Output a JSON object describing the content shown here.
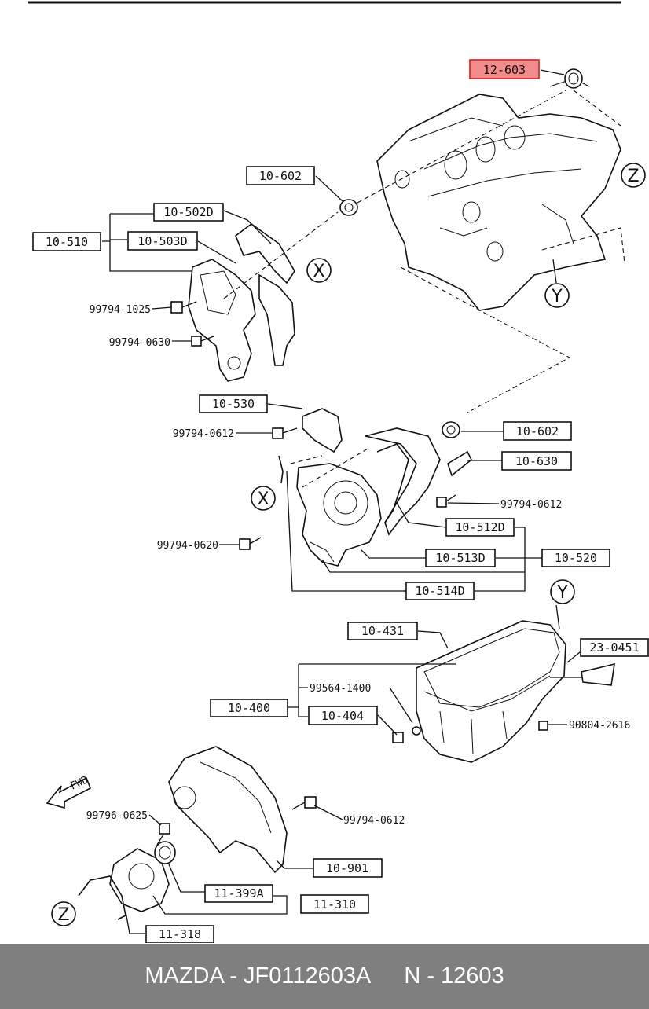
{
  "parts": {
    "p12_603": "12-603",
    "p10_602_top": "10-602",
    "p10_502D": "10-502D",
    "p10_510": "10-510",
    "p10_503D": "10-503D",
    "p99794_1025": "99794-1025",
    "p99794_0630": "99794-0630",
    "p10_530": "10-530",
    "p99794_0612_a": "99794-0612",
    "p10_602_mid": "10-602",
    "p10_630": "10-630",
    "p99794_0612_b": "99794-0612",
    "p10_512D": "10-512D",
    "p99794_0620": "99794-0620",
    "p10_513D": "10-513D",
    "p10_520": "10-520",
    "p10_514D": "10-514D",
    "p10_431": "10-431",
    "p23_0451": "23-0451",
    "p99564_1400": "99564-1400",
    "p10_400": "10-400",
    "p10_404": "10-404",
    "p90804_2616": "90804-2616",
    "p99796_0625": "99796-0625",
    "p99794_0612_c": "99794-0612",
    "p10_901": "10-901",
    "p11_399A": "11-399A",
    "p11_310": "11-310",
    "p11_318": "11-318"
  },
  "refs": {
    "x_top": "X",
    "x_mid": "X",
    "y_top": "Y",
    "y_mid": "Y",
    "z_top": "Z",
    "z_bottom": "Z"
  },
  "fwd": "FWD",
  "highlight_color": "#f28b8b",
  "footer": {
    "brand_part": "MAZDA - JF0112603A",
    "number": "N - 12603"
  }
}
